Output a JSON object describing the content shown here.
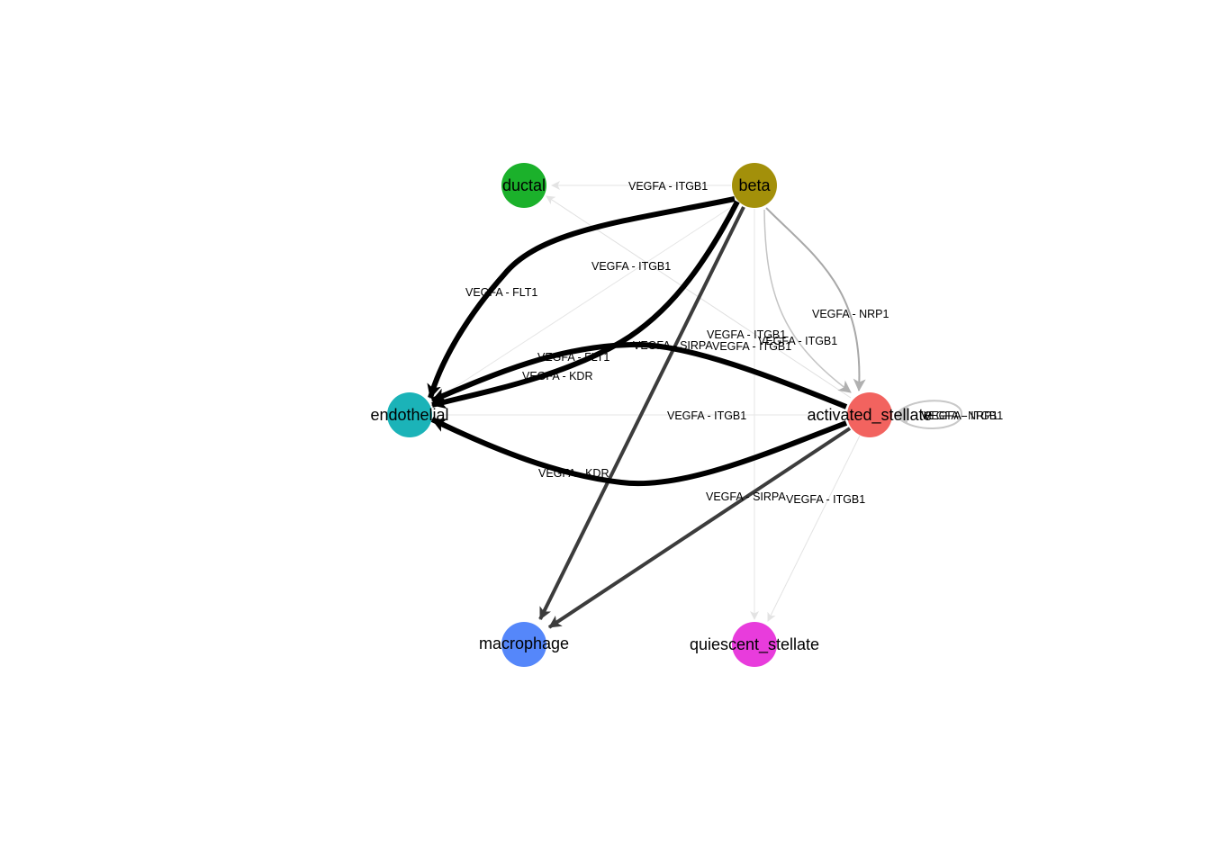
{
  "nodes": [
    {
      "id": "beta",
      "label": "beta",
      "color": "#A3900A"
    },
    {
      "id": "ductal",
      "label": "ductal",
      "color": "#1BB12B"
    },
    {
      "id": "endothelial",
      "label": "endothelial",
      "color": "#1BB3B8"
    },
    {
      "id": "activated_stellate",
      "label": "activated_stellate",
      "color": "#F2635F"
    },
    {
      "id": "macrophage",
      "label": "macrophage",
      "color": "#5587FA"
    },
    {
      "id": "quiescent_stellate",
      "label": "quiescent_stellate",
      "color": "#E83CDC"
    }
  ],
  "edges": [
    {
      "from": "beta",
      "to": "ductal",
      "label": "VEGFA - ITGB1",
      "color": "#e3e3e3",
      "weight": "thin"
    },
    {
      "from": "beta",
      "to": "endothelial",
      "label": "VEGFA - FLT1",
      "color": "#000000",
      "weight": "heavy"
    },
    {
      "from": "beta",
      "to": "endothelial",
      "label": "VEGFA - KDR",
      "color": "#000000",
      "weight": "heavy"
    },
    {
      "from": "beta",
      "to": "endothelial",
      "label": "VEGFA - ITGB1",
      "color": "#e6e6e6",
      "weight": "thin"
    },
    {
      "from": "beta",
      "to": "macrophage",
      "label": "VEGFA - SIRPA",
      "color": "#3c3c3c",
      "weight": "medium"
    },
    {
      "from": "beta",
      "to": "activated_stellate",
      "label": "VEGFA - NRP1",
      "color": "#a8a8a8",
      "weight": "light"
    },
    {
      "from": "beta",
      "to": "activated_stellate",
      "label": "VEGFA - ITGB1",
      "color": "#c4c4c4",
      "weight": "light"
    },
    {
      "from": "beta",
      "to": "quiescent_stellate",
      "label": "VEGFA - ITGB1",
      "color": "#e6e6e6",
      "weight": "thin"
    },
    {
      "from": "activated_stellate",
      "to": "ductal",
      "label": "VEGFA - ITGB1",
      "color": "#e0e0e0",
      "weight": "thin"
    },
    {
      "from": "activated_stellate",
      "to": "endothelial",
      "label": "VEGFA - FLT1",
      "color": "#000000",
      "weight": "heavy"
    },
    {
      "from": "activated_stellate",
      "to": "endothelial",
      "label": "VEGFA - KDR",
      "color": "#000000",
      "weight": "heavy"
    },
    {
      "from": "activated_stellate",
      "to": "endothelial",
      "label": "VEGFA - ITGB1",
      "color": "#e6e6e6",
      "weight": "thin"
    },
    {
      "from": "activated_stellate",
      "to": "macrophage",
      "label": "VEGFA - SIRPA",
      "color": "#3c3c3c",
      "weight": "medium"
    },
    {
      "from": "activated_stellate",
      "to": "quiescent_stellate",
      "label": "VEGFA - ITGB1",
      "color": "#e3e3e3",
      "weight": "thin"
    },
    {
      "from": "activated_stellate",
      "to": "activated_stellate",
      "label": "VEGFA - NRP1",
      "color": "#b5b5b5",
      "weight": "light"
    },
    {
      "from": "activated_stellate",
      "to": "activated_stellate",
      "label": "VEGFA - ITGB1",
      "color": "#c8c8c8",
      "weight": "light"
    }
  ]
}
